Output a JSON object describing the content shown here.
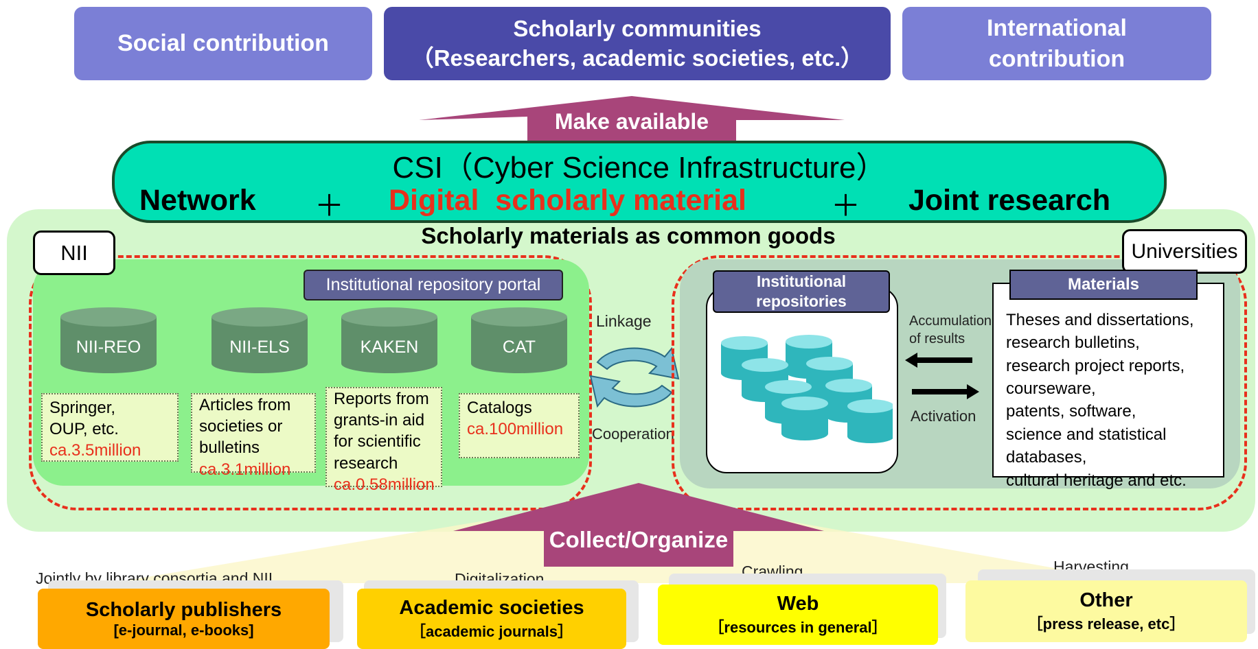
{
  "top": {
    "social": "Social contribution",
    "scholarly_line1": "Scholarly communities",
    "scholarly_line2": "（Researchers, academic societies, etc.）",
    "international_line1": "International",
    "international_line2": "contribution"
  },
  "make_available": "Make available",
  "csi": {
    "title": "CSI（Cyber Science Infrastructure）",
    "network": "Network",
    "plus1": "＋",
    "digital": "Digital  scholarly material",
    "plus2": "＋",
    "joint": "Joint research"
  },
  "common_goods": "Scholarly materials as common goods",
  "nii": {
    "label": "NII",
    "portal": "Institutional repository portal",
    "databases": [
      {
        "name": "NII-REO",
        "desc_lines": [
          "Springer,",
          "OUP, etc."
        ],
        "count": "ca.3.5million"
      },
      {
        "name": "NII-ELS",
        "desc_lines": [
          "Articles from",
          "societies or",
          "bulletins"
        ],
        "count": "ca.3.1million"
      },
      {
        "name": "KAKEN",
        "desc_lines": [
          "Reports from",
          "grants-in aid",
          "for scientific",
          "research"
        ],
        "count": "ca.0.58million"
      },
      {
        "name": "CAT",
        "desc_lines": [
          "Catalogs"
        ],
        "count": "ca.100million"
      }
    ]
  },
  "linkage": "Linkage",
  "cooperation": "Cooperation",
  "universities": {
    "label": "Universities",
    "repositories_line1": "Institutional",
    "repositories_line2": "repositories",
    "accumulation_line1": "Accumulation",
    "accumulation_line2": "of results",
    "activation": "Activation",
    "materials_title": "Materials",
    "materials_lines": [
      "Theses and dissertations,",
      "research bulletins,",
      "research project reports,",
      "courseware,",
      "patents, software,",
      "science and statistical",
      "databases,",
      "cultural heritage and etc."
    ]
  },
  "collect": "Collect/Organize",
  "sources": [
    {
      "caption": "Jointly by library consortia and NII",
      "title": "Scholarly publishers",
      "sub": "[e-journal, e-books]"
    },
    {
      "caption": "Digitalization",
      "title": "Academic societies",
      "sub": "［academic journals］"
    },
    {
      "caption": "Crawling",
      "title": "Web",
      "sub": "［resources in general］"
    },
    {
      "caption": "Harvesting",
      "title": "Other",
      "sub": "［press release, etc］"
    }
  ],
  "colors": {
    "top_box": "#7b7fd6",
    "top_box_dark": "#4a4aa8",
    "arrow": "#a8457a",
    "csi_fill": "#00e0b4",
    "nii_area": "#8cf08c",
    "univ_area": "#b8d6c0",
    "outer": "#d4f7cc",
    "cylinder_nii": "#5f8f6a",
    "cylinder_univ": "#35c9cf",
    "dashed_red": "#e8301c",
    "label_box": "#5f6396"
  }
}
